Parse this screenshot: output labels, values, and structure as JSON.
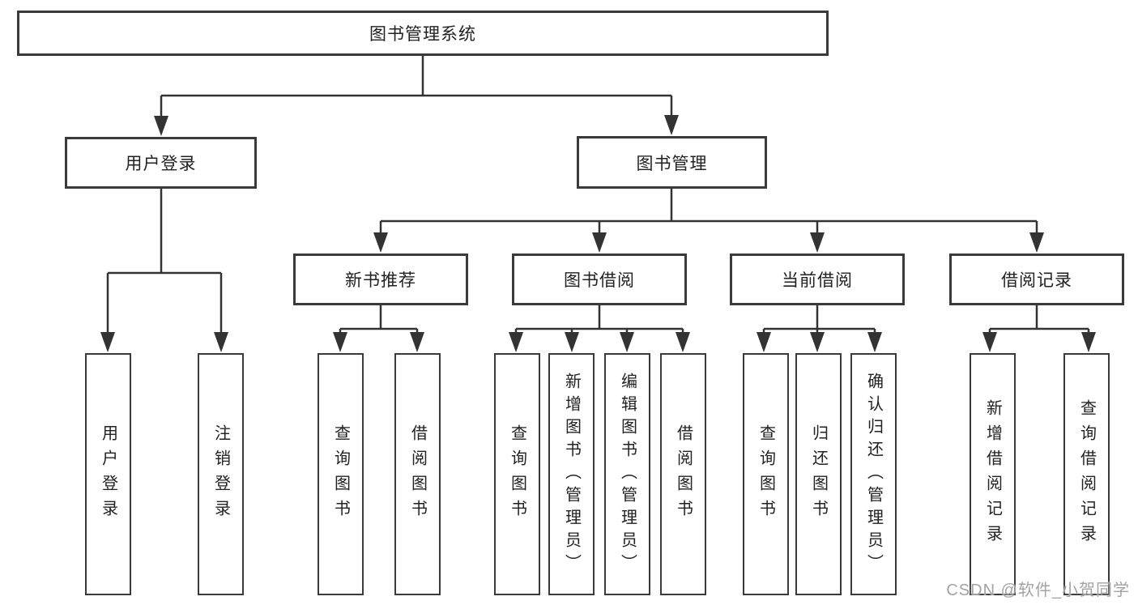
{
  "nodes": {
    "root": {
      "label": "图书管理系统"
    },
    "user_login": {
      "label": "用户登录"
    },
    "book_mgmt": {
      "label": "图书管理"
    },
    "new_book_rec": {
      "label": "新书推荐"
    },
    "book_borrow": {
      "label": "图书借阅"
    },
    "current_borrow": {
      "label": "当前借阅"
    },
    "borrow_records": {
      "label": "借阅记录"
    },
    "leaf_user_login": {
      "label": "用户登录"
    },
    "leaf_logout": {
      "label": "注销登录"
    },
    "leaf_query_books_rec": {
      "label": "查询图书"
    },
    "leaf_borrow_books_rec": {
      "label": "借阅图书"
    },
    "leaf_query_books_borrow": {
      "label": "查询图书"
    },
    "leaf_add_books": {
      "label": "新增图书（管理员）"
    },
    "leaf_edit_books": {
      "label": "编辑图书（管理员）"
    },
    "leaf_borrow_books": {
      "label": "借阅图书"
    },
    "leaf_query_books_cur": {
      "label": "查询图书"
    },
    "leaf_return_books": {
      "label": "归还图书"
    },
    "leaf_confirm_return": {
      "label": "确认归还（管理员）"
    },
    "leaf_add_borrow_rec": {
      "label": "新增借阅记录"
    },
    "leaf_query_borrow_rec": {
      "label": "查询借阅记录"
    }
  },
  "edges": [
    [
      "root",
      "user_login"
    ],
    [
      "root",
      "book_mgmt"
    ],
    [
      "user_login",
      "leaf_user_login"
    ],
    [
      "user_login",
      "leaf_logout"
    ],
    [
      "book_mgmt",
      "new_book_rec"
    ],
    [
      "book_mgmt",
      "book_borrow"
    ],
    [
      "book_mgmt",
      "current_borrow"
    ],
    [
      "book_mgmt",
      "borrow_records"
    ],
    [
      "new_book_rec",
      "leaf_query_books_rec"
    ],
    [
      "new_book_rec",
      "leaf_borrow_books_rec"
    ],
    [
      "book_borrow",
      "leaf_query_books_borrow"
    ],
    [
      "book_borrow",
      "leaf_add_books"
    ],
    [
      "book_borrow",
      "leaf_edit_books"
    ],
    [
      "book_borrow",
      "leaf_borrow_books"
    ],
    [
      "current_borrow",
      "leaf_query_books_cur"
    ],
    [
      "current_borrow",
      "leaf_return_books"
    ],
    [
      "current_borrow",
      "leaf_confirm_return"
    ],
    [
      "borrow_records",
      "leaf_add_borrow_rec"
    ],
    [
      "borrow_records",
      "leaf_query_borrow_rec"
    ]
  ],
  "colors": {
    "box_border": "#3a3a3a",
    "line": "#333333",
    "text": "#222222",
    "watermark": "#a3a3a3"
  },
  "watermark": {
    "text": "CSDN @软件_小贺同学"
  }
}
